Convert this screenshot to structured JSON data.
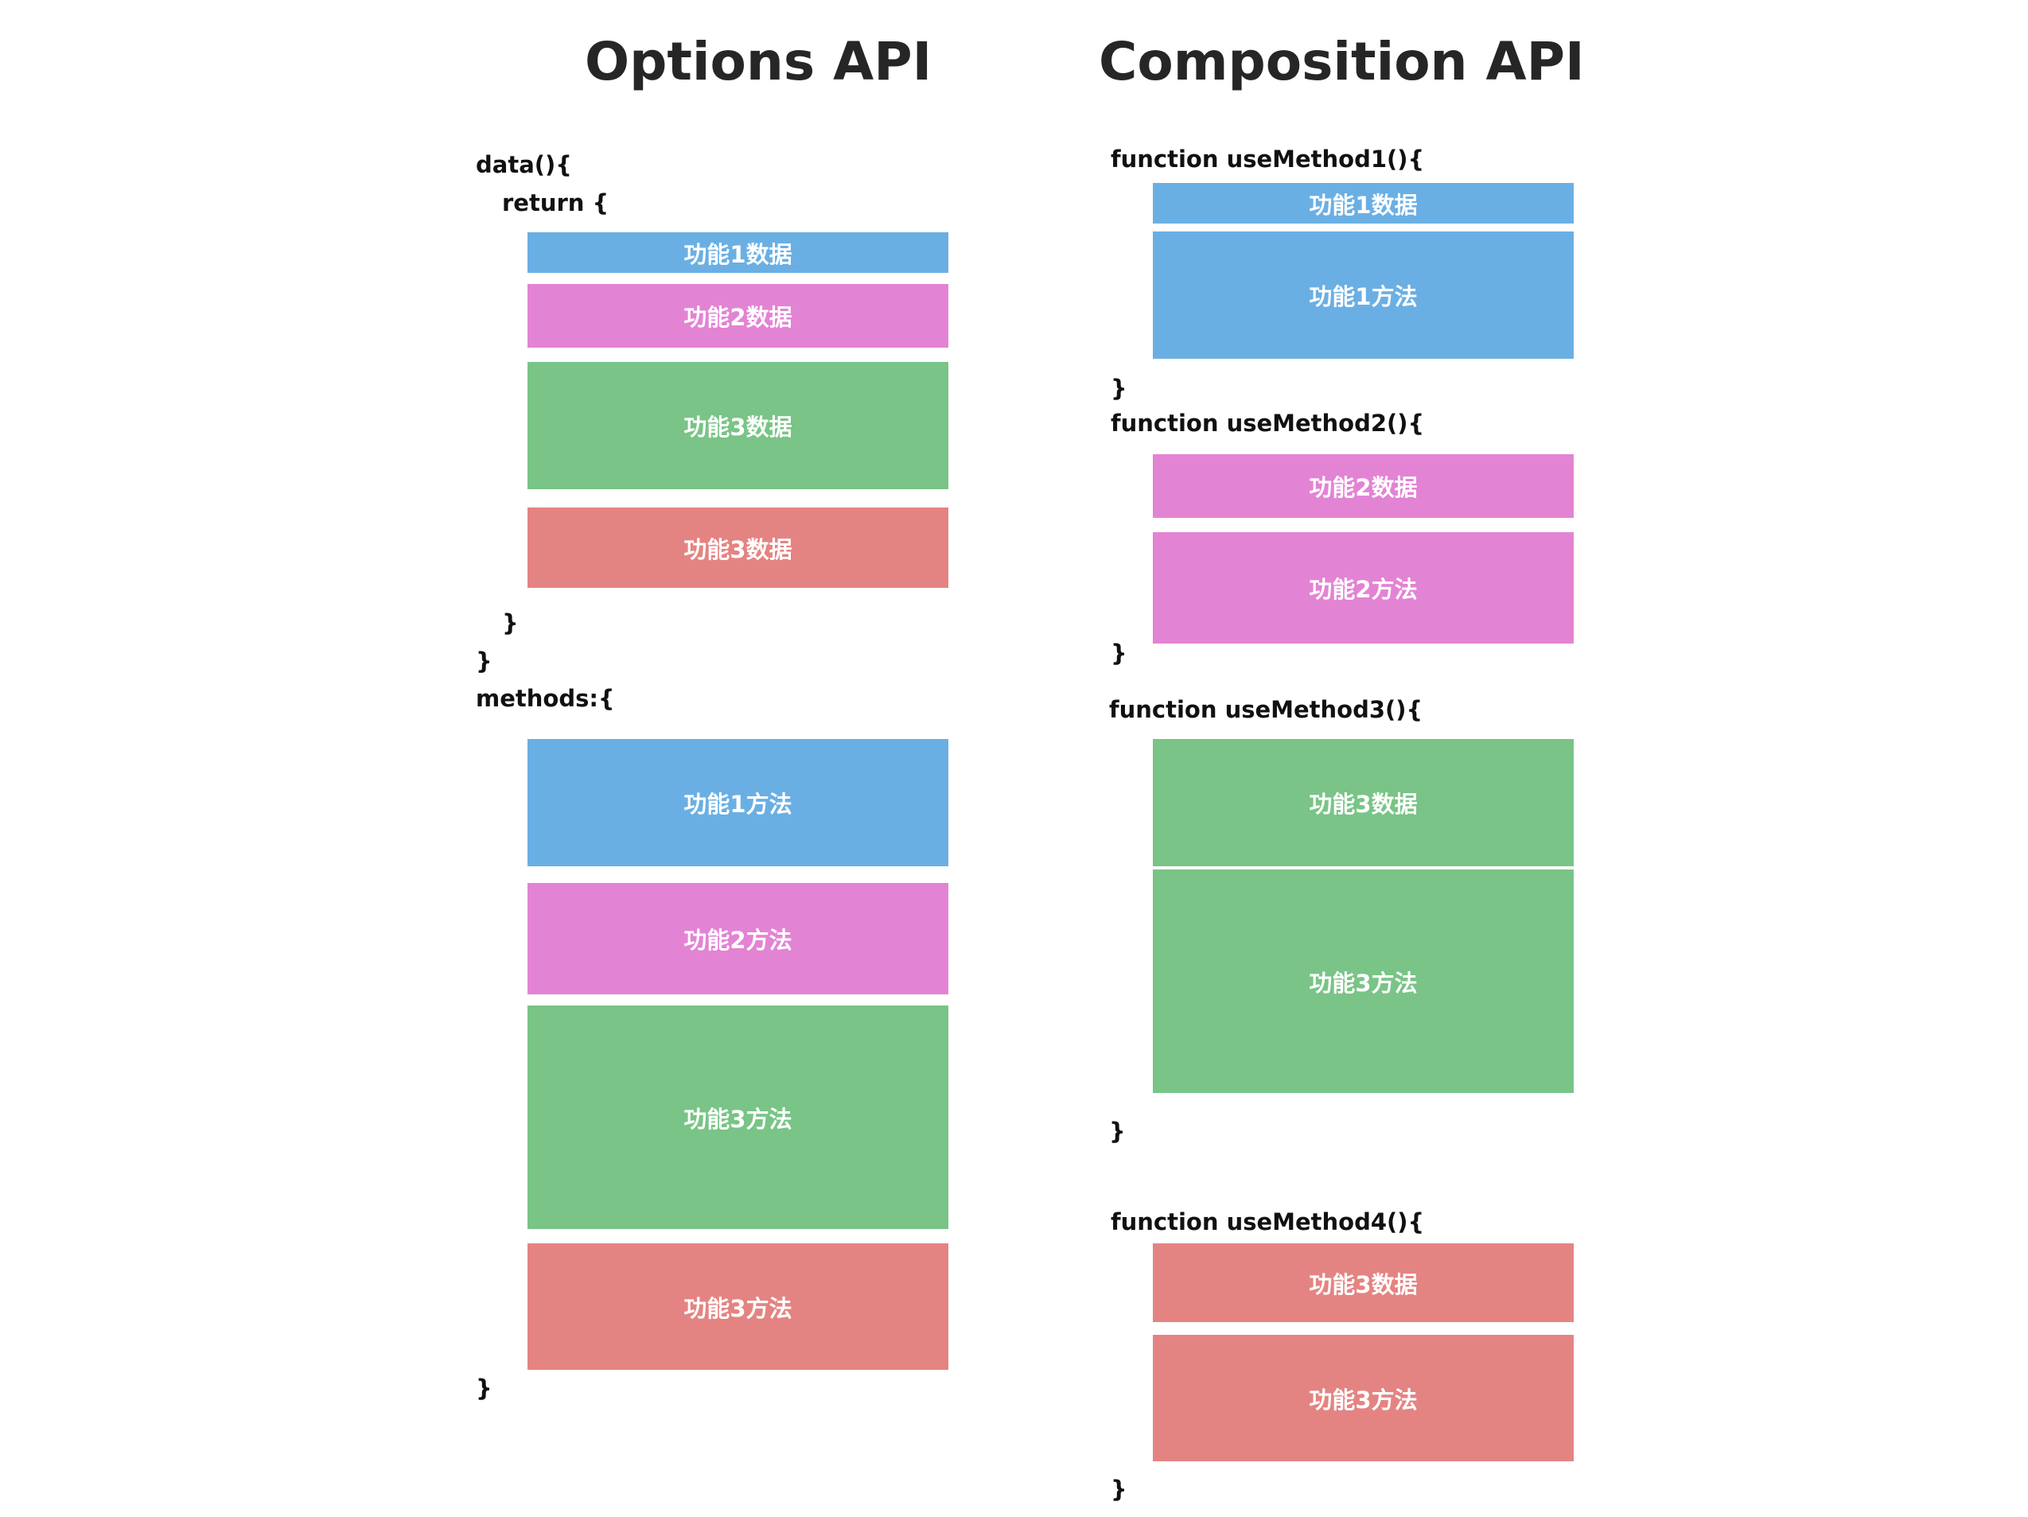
{
  "options": {
    "title": "Options API",
    "code": {
      "data_open": "data(){",
      "return_open": "return {",
      "return_close": "}",
      "data_close": "}",
      "methods_open": "methods:{",
      "methods_close": "}"
    },
    "data_blocks": [
      {
        "label": "功能1数据",
        "color": "#6aafe4"
      },
      {
        "label": "功能2数据",
        "color": "#e383d4"
      },
      {
        "label": "功能3数据",
        "color": "#79c486"
      },
      {
        "label": "功能3数据",
        "color": "#e48482"
      }
    ],
    "method_blocks": [
      {
        "label": "功能1方法",
        "color": "#6aafe4"
      },
      {
        "label": "功能2方法",
        "color": "#e383d4"
      },
      {
        "label": "功能3方法",
        "color": "#79c486"
      },
      {
        "label": "功能3方法",
        "color": "#e48482"
      }
    ]
  },
  "composition": {
    "title": "Composition API",
    "functions": [
      {
        "header": "function useMethod1(){",
        "close": "}",
        "blocks": [
          {
            "label": "功能1数据",
            "color": "#6aafe4"
          },
          {
            "label": "功能1方法",
            "color": "#6aafe4"
          }
        ]
      },
      {
        "header": "function useMethod2(){",
        "close": "}",
        "blocks": [
          {
            "label": "功能2数据",
            "color": "#e383d4"
          },
          {
            "label": "功能2方法",
            "color": "#e383d4"
          }
        ]
      },
      {
        "header": "function useMethod3(){",
        "close": "}",
        "blocks": [
          {
            "label": "功能3数据",
            "color": "#79c486"
          },
          {
            "label": "功能3方法",
            "color": "#79c486"
          }
        ]
      },
      {
        "header": "function useMethod4(){",
        "close": "}",
        "blocks": [
          {
            "label": "功能3数据",
            "color": "#e48482"
          },
          {
            "label": "功能3方法",
            "color": "#e48482"
          }
        ]
      }
    ]
  }
}
